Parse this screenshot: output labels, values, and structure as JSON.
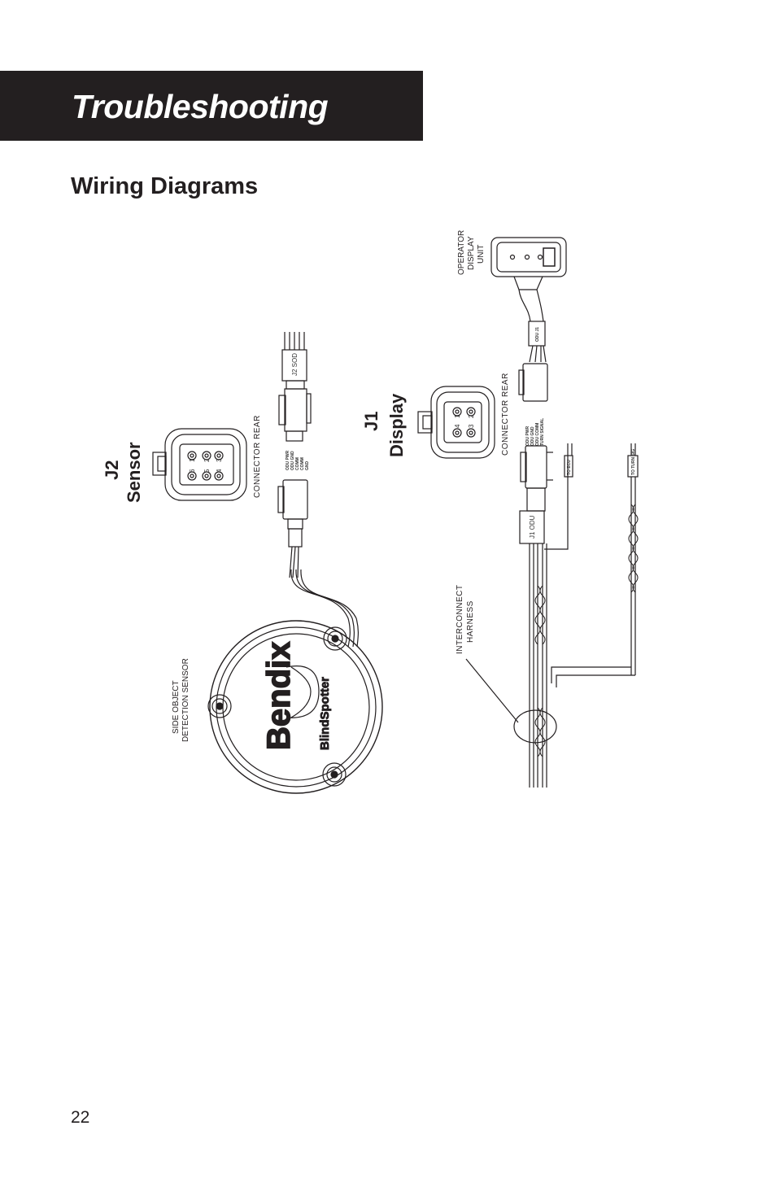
{
  "header": {
    "title": "Troubleshooting"
  },
  "section": {
    "title": "Wiring Diagrams"
  },
  "page": {
    "number": "22"
  },
  "diagram": {
    "sensor": {
      "id": "J2",
      "name": "Sensor",
      "connector_label": "CONNECTOR REAR",
      "pins": [
        "1",
        "2",
        "3",
        "4",
        "5",
        "6"
      ],
      "plug_label": "J2 SOD",
      "pin_legend": [
        "ODU PWR",
        "ODU GND",
        "COMM",
        "COMM",
        "GND"
      ],
      "device_label_line1": "SIDE OBJECT",
      "device_label_line2": "DETECTION SENSOR",
      "brand": "Bendix",
      "product": "BlindSpotter"
    },
    "display": {
      "id": "J1",
      "name": "Display",
      "connector_label": "CONNECTOR REAR",
      "pins": [
        "1",
        "2",
        "3",
        "4"
      ],
      "pin_legend": [
        "ODU PWR",
        "ODU GND",
        "ODU COMM",
        "TURN SIGNAL"
      ],
      "unit_label_line1": "OPERATOR",
      "unit_label_line2": "DISPLAY",
      "unit_label_line3": "UNIT",
      "plug_label": "ODU J1",
      "harness_tag": "J1 ODU"
    },
    "harness": {
      "label_line1": "INTERCONNECT",
      "label_line2": "HARNESS"
    },
    "wire_tags": [
      "TO ECU",
      "TO TURN SIG"
    ]
  }
}
